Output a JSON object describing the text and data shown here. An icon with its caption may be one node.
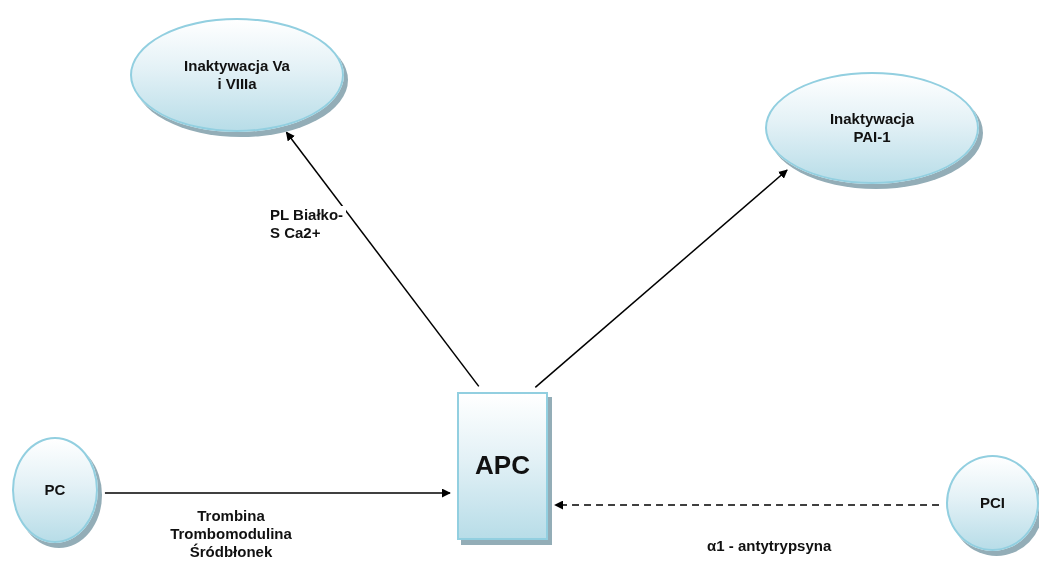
{
  "diagram": {
    "nodes": [
      {
        "text": [
          "Inaktywacja Va i VIIIa"
        ]
      },
      {
        "text": [
          "Inaktywacja PAI-1"
        ]
      },
      {
        "text": [
          "PC"
        ]
      },
      {
        "text": [
          "APC"
        ]
      },
      {
        "text": [
          "PCI"
        ]
      }
    ],
    "edges": [
      {
        "from": 3,
        "to": 0,
        "arrow": "to",
        "label": "PL Białko-S Ca2+"
      },
      {
        "from": 3,
        "to": 1,
        "arrow": "to"
      },
      {
        "from": 2,
        "to": 3,
        "arrow": "to",
        "label": "Trombina Trombomodulina Śródbłonek"
      },
      {
        "from": 4,
        "to": 3,
        "arrow": "to",
        "style": "dashed",
        "label": "α1 - antytrypsyna"
      }
    ]
  }
}
